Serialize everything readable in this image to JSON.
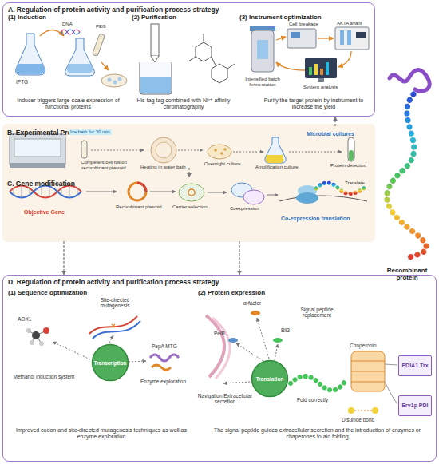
{
  "diagram": {
    "nodes": [
      {
        "text": [
          "A. Regulation of protein activity and purification process strategy"
        ]
      },
      {
        "text": [
          "B. Experimental Process"
        ]
      },
      {
        "text": [
          "C. Gene modification"
        ]
      },
      {
        "text": [
          "D. Regulation of protein activity and purification process strategy"
        ]
      },
      {
        "text": [
          "Transcription"
        ],
        "in": 3
      },
      {
        "text": [
          "Translation"
        ],
        "in": 3
      },
      {
        "text": [
          "PDIA1 Trx"
        ],
        "in": 3
      },
      {
        "text": [
          "Erv1p PDI"
        ],
        "in": 3
      }
    ],
    "edges": [
      {
        "from": 1,
        "to": 0,
        "arrow": "to"
      },
      {
        "from": 1,
        "to": 2,
        "arrow": "to"
      },
      {
        "from": 2,
        "to": 3,
        "arrow": "to"
      },
      {
        "from": 2,
        "to": 3,
        "arrow": "to"
      }
    ],
    "labels": [
      "(1) Induction",
      "IPTG",
      "DNA",
      "PEG",
      "Inducer triggers large-scale expression of functional proteins",
      "(2) Purification",
      "His-tag tag combined with Ni²⁺ affinity chromatography",
      "(3) Instrument optimization",
      "Cell breakage",
      "Intensified batch fermentation",
      "AKTA avant",
      "System analysis",
      "Purify the target protein by instrument to increase the yield",
      "Ice bath for 30 min",
      "Competent cell fusion recombinant plasmid",
      "Heating in water bath",
      "Overnight culture",
      "Amplification culture",
      "Microbial cultures",
      "Protein detection",
      "Objective Gene",
      "Recombinant plasmid",
      "Carrier selection",
      "Coexpression",
      "Co-expression translation",
      "Translate",
      "Recombinant protein",
      "(1) Sequence optimization",
      "AOX1",
      "Methanol induction system",
      "Site-directed mutagenesis",
      "PepA MTG",
      "Enzyme exploration",
      "Improved codon and site-directed mutagenesis techniques as well as enzyme exploration",
      "(2) Protein expression",
      "PelB",
      "α-factor",
      "Bli3",
      "Signal peptide replacement",
      "Navigation Extracellular secretion",
      "Fold correctly",
      "Chaperonin",
      "Disulfide bond",
      "The signal peptide guides extracellular secretion and the introduction of enzymes or chaperones to aid folding"
    ]
  }
}
